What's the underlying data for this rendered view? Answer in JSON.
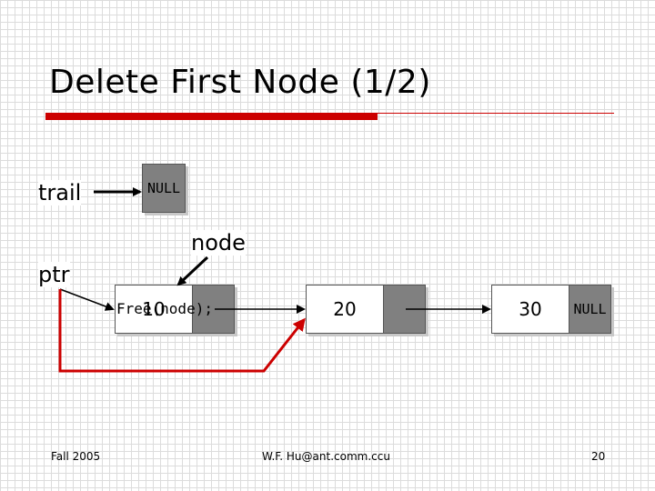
{
  "title": "Delete First Node (1/2)",
  "labels": {
    "trail": "trail",
    "ptr": "ptr",
    "node": "node"
  },
  "nodes": [
    {
      "value": "10",
      "link": ""
    },
    {
      "value": "20",
      "link": ""
    },
    {
      "value": "30",
      "link": "NULL"
    }
  ],
  "trail_box": "NULL",
  "code": "Free(node);",
  "footer": {
    "left": "Fall 2005",
    "center": "W.F. Hu@ant.comm.ccu",
    "right": "20"
  },
  "colors": {
    "accent_red": "#cc0000",
    "pointer_gray": "#808080"
  }
}
